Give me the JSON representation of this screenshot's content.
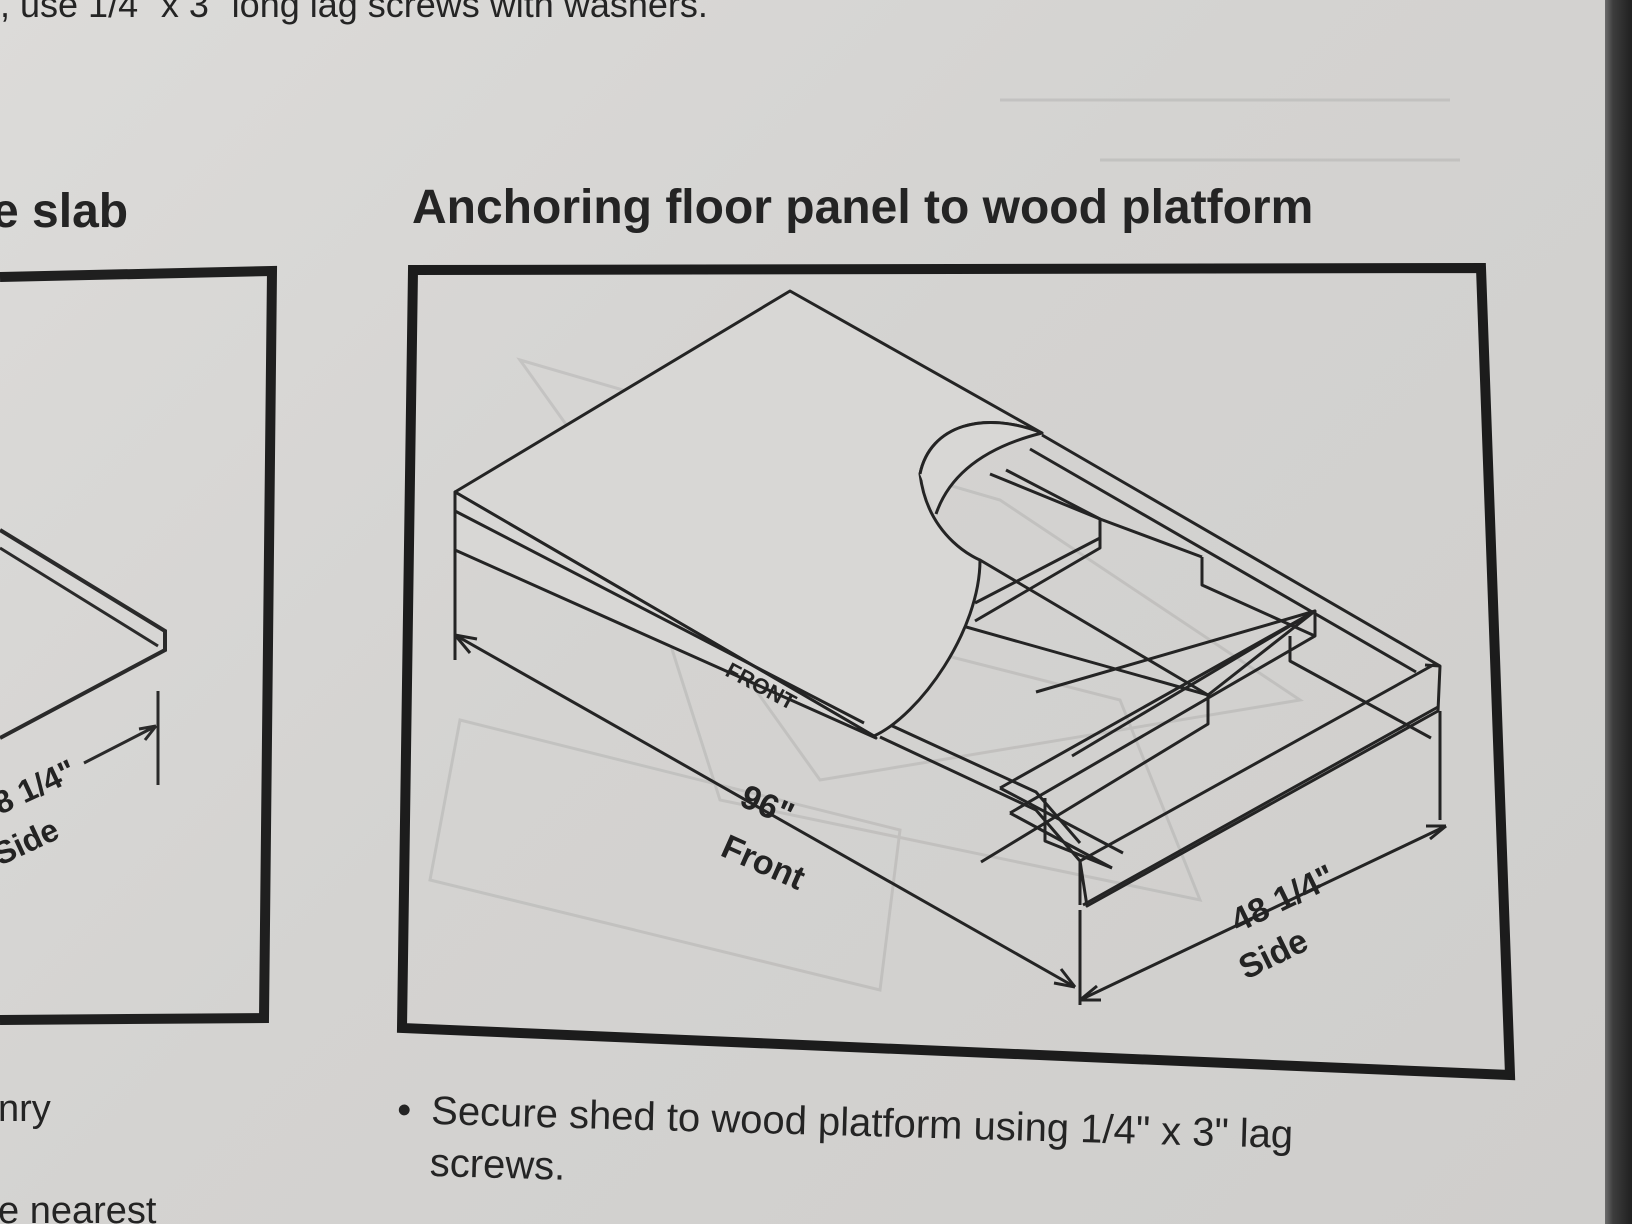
{
  "page": {
    "top_text": ", use 1/4\" x 3\" long lag screws with washers.",
    "left_section_title": "e slab",
    "main_title": "Anchoring floor panel to wood platform",
    "left_bottom_line_1": "nry",
    "left_bottom_line_2": "e nearest",
    "bullet": "•",
    "instruction": "Secure shed to wood platform using 1/4\" x 3\" lag screws."
  },
  "left_figure": {
    "dimension": "8 1/4\"",
    "label": "Side"
  },
  "main_figure": {
    "panel_label": "FRONT",
    "front_dimension": "96\"",
    "front_label": "Front",
    "side_dimension": "48 1/4\"",
    "side_label": "Side"
  }
}
